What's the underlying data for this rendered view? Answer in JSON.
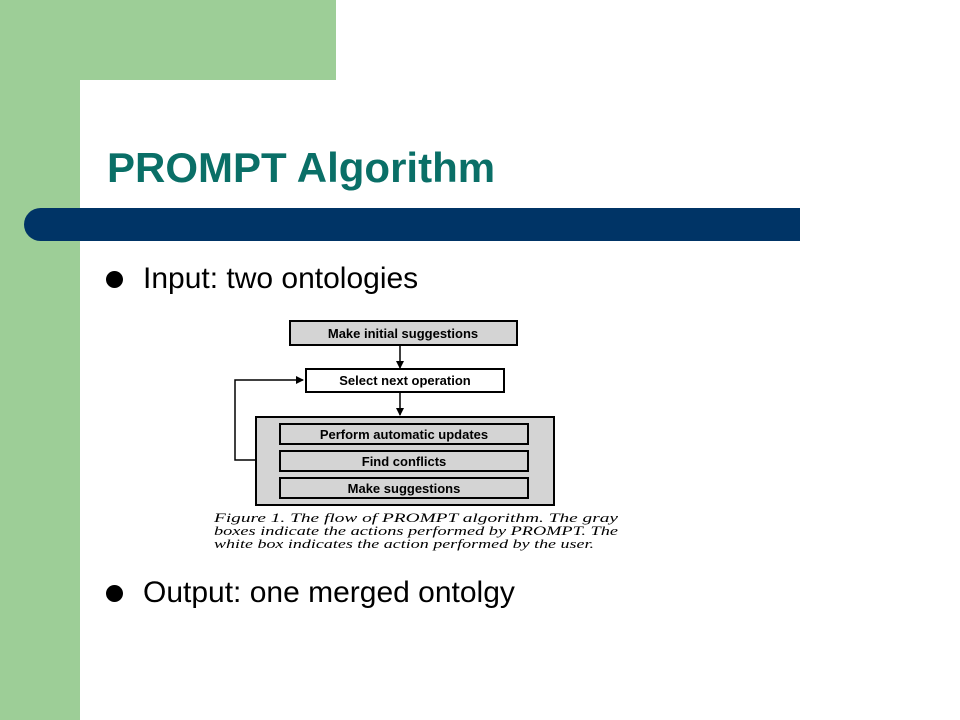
{
  "colors": {
    "green": "#9dce97",
    "title_teal": "#0a6f67",
    "bar_navy": "#003466",
    "gray_box": "#d4d4d4"
  },
  "slide": {
    "title": "PROMPT Algorithm",
    "bullets": [
      {
        "text": "Input: two ontologies"
      },
      {
        "text": "Output: one merged ontolgy"
      }
    ]
  },
  "figure": {
    "steps": [
      {
        "label": "Make initial suggestions",
        "performed_by": "PROMPT"
      },
      {
        "label": "Select next operation",
        "performed_by": "user"
      },
      {
        "label": "Perform automatic updates",
        "performed_by": "PROMPT"
      },
      {
        "label": "Find conflicts",
        "performed_by": "PROMPT"
      },
      {
        "label": "Make suggestions",
        "performed_by": "PROMPT"
      }
    ],
    "caption_lines": [
      "Figure 1. The flow of PROMPT algorithm. The gray",
      "boxes indicate the actions performed by PROMPT. The",
      "white box indicates the action performed by the user."
    ]
  }
}
